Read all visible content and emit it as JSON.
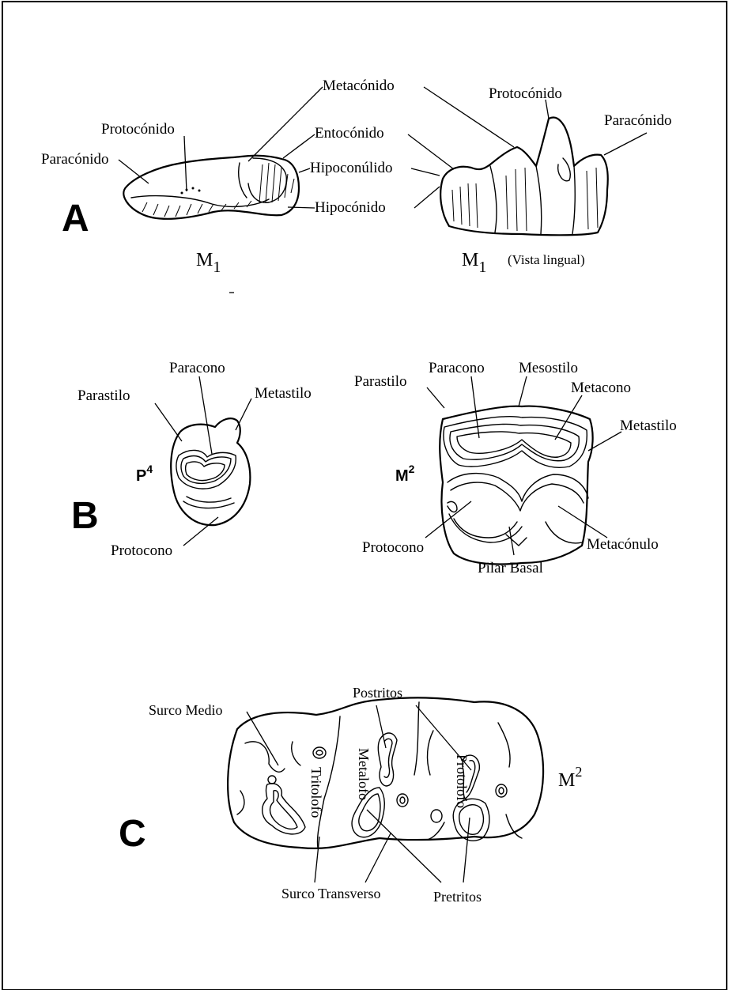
{
  "panels": {
    "a": "A",
    "b": "B",
    "c": "C"
  },
  "panel_a": {
    "left_tooth_label": "M",
    "left_tooth_sub": "1",
    "right_tooth_label": "M",
    "right_tooth_sub": "1",
    "right_view": "(Vista lingual)",
    "labels": {
      "paraconido_left": "Paracónido",
      "protoconido_left": "Protocónido",
      "metaconido": "Metacónido",
      "entoconido": "Entocónido",
      "hipoconulido": "Hipoconúlido",
      "hipoconido": "Hipocónido",
      "protoconido_right": "Protocónido",
      "paraconido_right": "Paracónido"
    }
  },
  "panel_b": {
    "p4_label": "P",
    "p4_sup": "4",
    "m2_label": "M",
    "m2_sup": "2",
    "labels": {
      "parastilo_left": "Parastilo",
      "paracono_left": "Paracono",
      "metastilo_left": "Metastilo",
      "protocono_left": "Protocono",
      "parastilo_right": "Parastilo",
      "paracono_right": "Paracono",
      "mesostilo": "Mesostilo",
      "metacono": "Metacono",
      "metastilo_right": "Metastilo",
      "protocono_right": "Protocono",
      "pilar_basal": "Pilar Basal",
      "metaconulo": "Metacónulo"
    }
  },
  "panel_c": {
    "m2_label": "M",
    "m2_sup": "2",
    "labels": {
      "surco_medio": "Surco Medio",
      "postritos": "Postritos",
      "tritolofo": "Tritolofo",
      "metalofo": "Metalofo",
      "protolofo": "Protolofo",
      "surco_transverso": "Surco Transverso",
      "pretritos": "Pretritos"
    }
  }
}
